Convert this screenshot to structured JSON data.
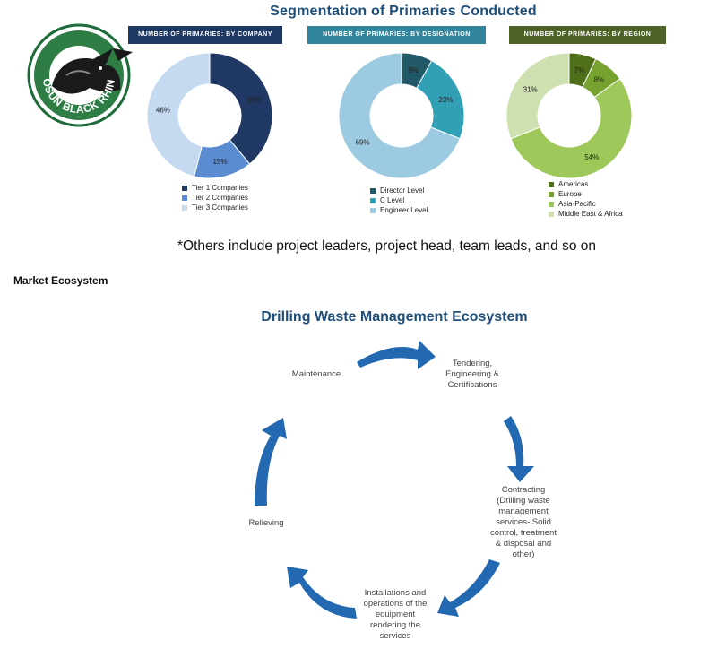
{
  "header": {
    "title": "Segmentation of Primaries Conducted"
  },
  "logo": {
    "text": "KOSUN BLACK RHINO"
  },
  "colors": {
    "title_blue": "#1f4e79",
    "company_head": "#1f3864",
    "designation_head": "#31849b",
    "region_head": "#4f6228"
  },
  "chart_data": [
    {
      "type": "pie",
      "title": "NUMBER OF PRIMARIES: BY COMPANY",
      "categories": [
        "Tier 1 Companies",
        "Tier 2 Companies",
        "Tier 3 Companies"
      ],
      "values": [
        39,
        15,
        46
      ],
      "labels": [
        "39%",
        "15%",
        "46%"
      ],
      "colors": [
        "#1f3864",
        "#5b8bd1",
        "#c5d9f1"
      ],
      "legend": "bottom"
    },
    {
      "type": "pie",
      "title": "NUMBER OF PRIMARIES: BY DESIGNATION",
      "categories": [
        "Director Level",
        "C Level",
        "Engineer Level"
      ],
      "values": [
        8,
        23,
        69
      ],
      "labels": [
        "8%",
        "23%",
        "69%"
      ],
      "colors": [
        "#215968",
        "#31a0b5",
        "#9ccae0"
      ],
      "legend": "bottom"
    },
    {
      "type": "pie",
      "title": "NUMBER OF PRIMARIES: BY REGION",
      "categories": [
        "Americas",
        "Europe",
        "Asia-Pacific",
        "Middle East & Africa"
      ],
      "values": [
        7,
        8,
        54,
        31
      ],
      "labels": [
        "7%",
        "8%",
        "54%",
        "31%"
      ],
      "colors": [
        "#4f6f1a",
        "#77a22f",
        "#9ec95a",
        "#cfe0b0"
      ],
      "legend": "bottom"
    }
  ],
  "note": "*Others include project leaders, project head, team leads, and so on",
  "section_label": "Market Ecosystem",
  "ecosystem": {
    "title": "Drilling Waste Management Ecosystem",
    "stages": [
      {
        "key": "maintenance",
        "lines": [
          "Maintenance"
        ]
      },
      {
        "key": "tendering",
        "lines": [
          "Tendering,",
          "Engineering &",
          "Certifications"
        ]
      },
      {
        "key": "contracting",
        "lines": [
          "Contracting",
          "(Drilling waste",
          "management",
          "services- Solid",
          "control, treatment",
          "& disposal and",
          "other)"
        ]
      },
      {
        "key": "installations",
        "lines": [
          "Installations and",
          "operations of the",
          "equipment",
          "rendering the",
          "services"
        ]
      },
      {
        "key": "relieving",
        "lines": [
          "Relieving"
        ]
      }
    ]
  }
}
